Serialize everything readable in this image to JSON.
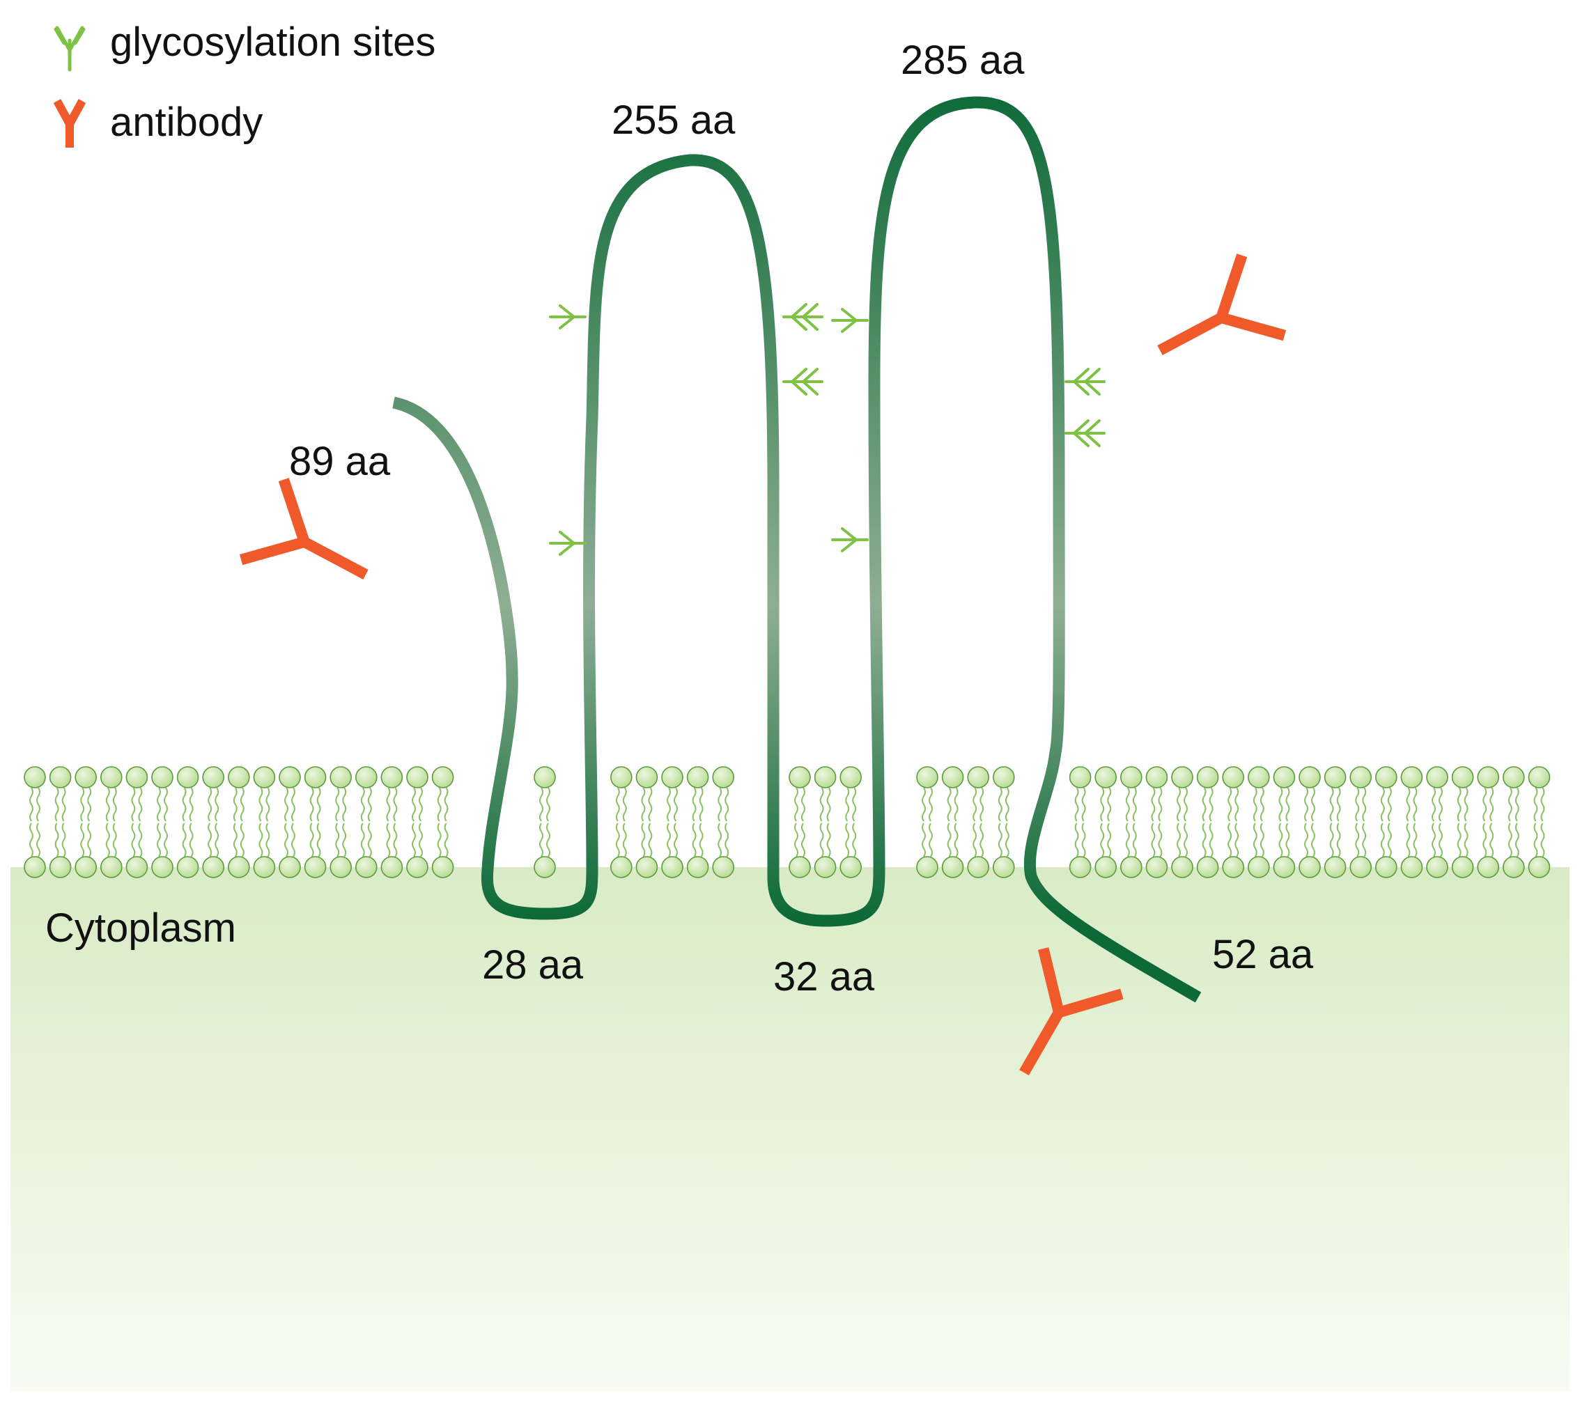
{
  "legend": {
    "glycosylation_label": "glycosylation sites",
    "antibody_label": "antibody"
  },
  "colors": {
    "protein_dark": "#0d6a38",
    "protein_light": "#8fae93",
    "glycosylation": "#7dc242",
    "antibody": "#f05a2a",
    "lipid_head": "#b9dd96",
    "lipid_head_edge": "#5e9a3e",
    "lipid_tail": "#8cc064",
    "cytoplasm_top": "#d9ebc6",
    "cytoplasm_bottom": "#f7fbf2"
  },
  "regions": {
    "cytoplasm_label": "Cytoplasm"
  },
  "segments": {
    "n_terminus": "89 aa",
    "loop_1": "255 aa",
    "loop_2": "285 aa",
    "intracellular_1": "28 aa",
    "intracellular_2": "32 aa",
    "c_terminus": "52 aa"
  },
  "icons": [
    "glycosylation-site-icon",
    "antibody-icon"
  ]
}
